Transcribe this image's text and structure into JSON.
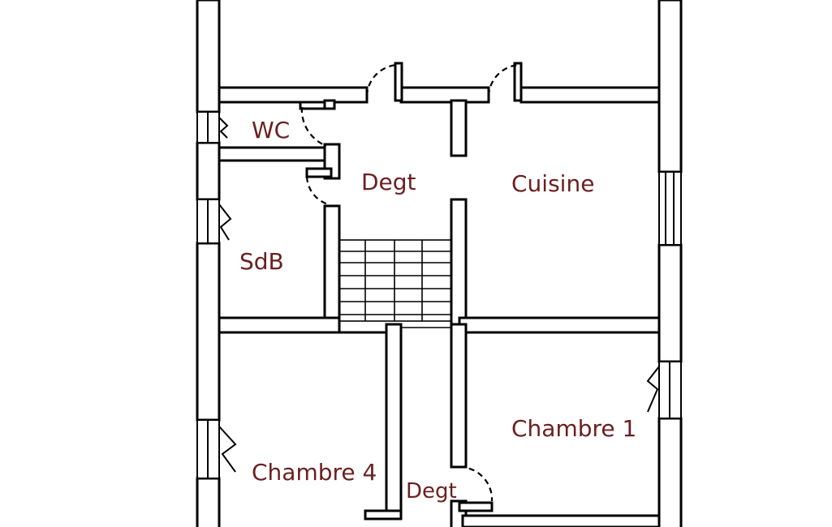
{
  "rooms": {
    "wc": "WC",
    "degt_top": "Degt",
    "cuisine": "Cuisine",
    "sdb": "SdB",
    "chambre_4": "Chambre 4",
    "chambre_1": "Chambre 1",
    "degt_bottom": "Degt"
  },
  "colors": {
    "label": "#6b1f1f",
    "wall": "#000000",
    "background": "#ffffff"
  }
}
